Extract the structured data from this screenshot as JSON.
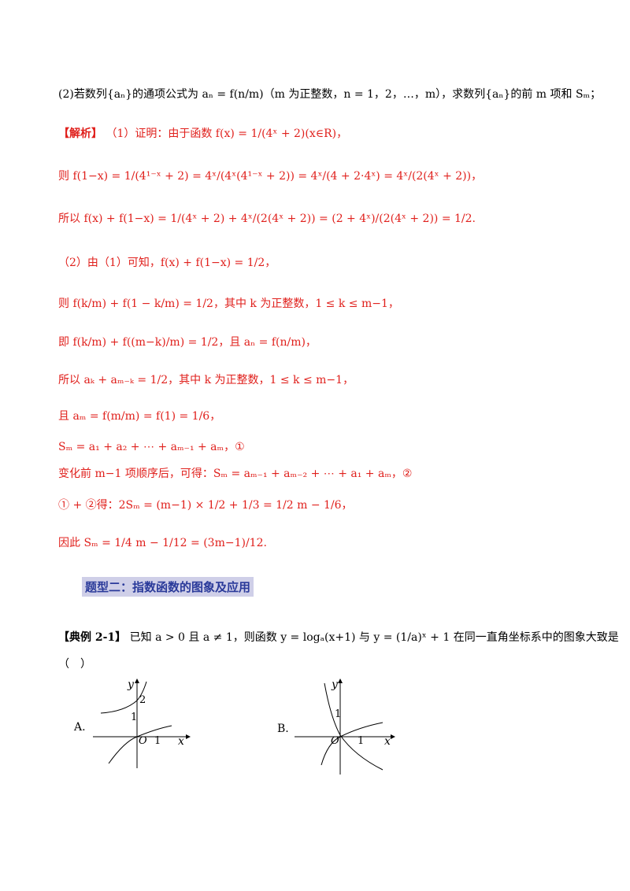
{
  "lines": {
    "l1": "(2)若数列{aₙ}的通项公式为 aₙ = f(n/m)（m 为正整数，n = 1，2，…，m），求数列{aₙ}的前 m 项和 Sₘ；",
    "l2_label": "【解析】",
    "l2": "（1）证明：由于函数 f(x) = 1/(4ˣ + 2)(x∈R)，",
    "l3": "则 f(1−x) = 1/(4¹⁻ˣ + 2) = 4ˣ/(4ˣ(4¹⁻ˣ + 2)) = 4ˣ/(4 + 2·4ˣ) = 4ˣ/(2(4ˣ + 2))，",
    "l4": "所以 f(x) + f(1−x) = 1/(4ˣ + 2) + 4ˣ/(2(4ˣ + 2)) = (2 + 4ˣ)/(2(4ˣ + 2)) = 1/2.",
    "l5": "（2）由（1）可知，f(x) + f(1−x) = 1/2，",
    "l6": "则 f(k/m) + f(1 − k/m) = 1/2，其中 k 为正整数，1 ≤ k ≤ m−1，",
    "l7": "即 f(k/m) + f((m−k)/m) = 1/2，且 aₙ = f(n/m)，",
    "l8": "所以 aₖ + aₘ₋ₖ = 1/2，其中 k 为正整数，1 ≤ k ≤ m−1，",
    "l9": "且 aₘ = f(m/m) = f(1) = 1/6，",
    "l10": "Sₘ = a₁ + a₂ + ⋯ + aₘ₋₁ + aₘ，①",
    "l11": "变化前 m−1 项顺序后，可得：Sₘ = aₘ₋₁ + aₘ₋₂ + ⋯ + a₁ + aₘ，②",
    "l12": "① + ②得：2Sₘ = (m−1) × 1/2 + 1/3 = 1/2 m − 1/6，",
    "l13": "因此 Sₘ = 1/4 m − 1/12 = (3m−1)/12."
  },
  "section_title": "题型二：指数函数的图象及应用",
  "example": {
    "label": "【典例 2-1】",
    "text": "已知 a > 0 且 a ≠ 1，则函数 y = logₐ(x+1) 与 y = (1/a)ˣ + 1 在同一直角坐标系中的图象大致是",
    "paren": "（　）"
  },
  "options": {
    "A": {
      "label": "A.",
      "y": "y",
      "x": "x",
      "o": "O",
      "t1": "1",
      "t2": "2",
      "tx": "1"
    },
    "B": {
      "label": "B.",
      "y": "y",
      "x": "x",
      "o": "O",
      "t1": "1",
      "tx": "1"
    }
  }
}
